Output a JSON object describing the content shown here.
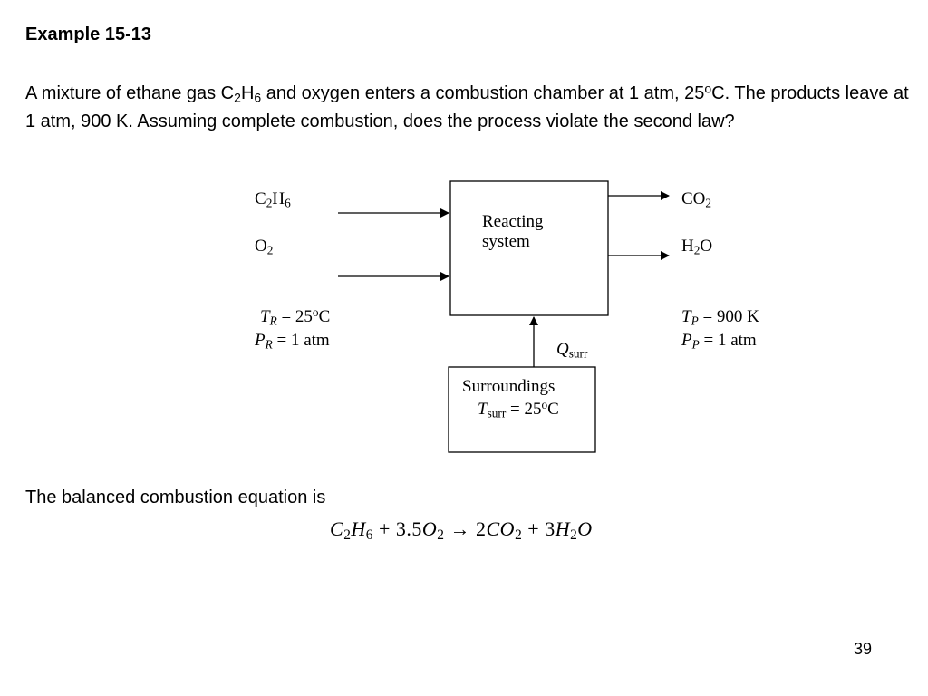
{
  "slide": {
    "title": "Example 15-13",
    "page_number": "39"
  },
  "problem": {
    "p1": "A mixture of ethane gas C",
    "p1_sub1": "2",
    "p1_h": "H",
    "p1_sub2": "6",
    "p2": " and oxygen enters a combustion chamber at 1 atm, 25",
    "p2_sup": "o",
    "p3": "C.  The products leave at 1 atm, 900 K.  Assuming complete combustion, does the process violate the second law?"
  },
  "diagram": {
    "reacting_system": {
      "line1": "Reacting",
      "line2": "system"
    },
    "inputs": {
      "ethane": {
        "base": "C",
        "s1": "2",
        "h": "H",
        "s2": "6"
      },
      "oxygen": {
        "base": "O",
        "s1": "2"
      }
    },
    "outputs": {
      "co2": {
        "base": "CO",
        "s1": "2"
      },
      "h2o": {
        "base": "H",
        "s1": "2",
        "tail": "O"
      }
    },
    "reactant_state": {
      "t_sym": "T",
      "t_sub": "R",
      "t_val": " = 25",
      "t_deg": "o",
      "t_unit": "C",
      "p_sym": "P",
      "p_sub": "R",
      "p_val": " = 1 atm"
    },
    "product_state": {
      "t_sym": "T",
      "t_sub": "P",
      "t_val": " = 900 K",
      "p_sym": "P",
      "p_sub": "P",
      "p_val": " = 1 atm"
    },
    "heat": {
      "sym": "Q",
      "sub": "surr"
    },
    "surroundings": {
      "title": "Surroundings",
      "t_sym": "T",
      "t_sub": "surr",
      "t_val": " = 25",
      "t_deg": "o",
      "t_unit": "C"
    }
  },
  "balanced": {
    "label": "The balanced combustion equation is",
    "eq": {
      "a": "C",
      "a_s": "2",
      "b": "H",
      "b_s": "6",
      "plus1": " + ",
      "c1": "3.5",
      "c": "O",
      "c_s": "2",
      "arrow": " → ",
      "c2": "2",
      "d": "CO",
      "d_s": "2",
      "plus2": " + ",
      "c3": "3",
      "e": "H",
      "e_s": "2",
      "f": "O"
    }
  }
}
